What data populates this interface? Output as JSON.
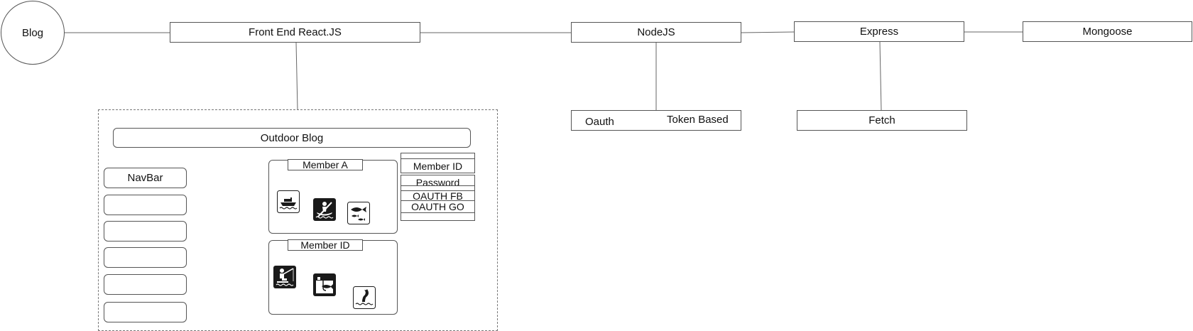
{
  "nodes": {
    "blog": "Blog",
    "frontend": "Front End React.JS",
    "nodejs": "NodeJS",
    "express": "Express",
    "mongoose": "Mongoose",
    "oauth": "Oauth",
    "token": "Token Based",
    "fetch": "Fetch"
  },
  "wireframe": {
    "title": "Outdoor Blog",
    "navbar": [
      "NavBar",
      "",
      "",
      "",
      "",
      ""
    ],
    "cards": [
      {
        "label": "Member A",
        "icons": [
          "boat-icon",
          "kayak-icon",
          "fish-icon"
        ]
      },
      {
        "label": "Member ID",
        "icons": [
          "fishing-person-icon",
          "fish-hook-icon",
          "whale-tail-icon"
        ]
      }
    ],
    "login": [
      "",
      "Member ID",
      "Password",
      "",
      "OAUTH FB",
      "OAUTH GO",
      ""
    ]
  },
  "colors": {
    "stroke": "#555555",
    "icon_fill": "#1a1a1a",
    "background": "#ffffff"
  }
}
